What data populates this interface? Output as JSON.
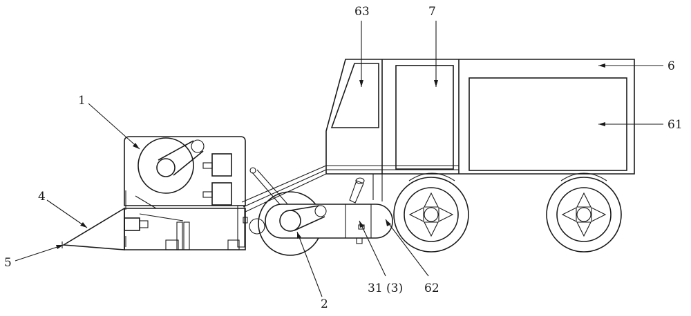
{
  "figure": {
    "type": "patent-line-drawing",
    "subject": "vehicle-mounted machine assembly"
  },
  "labels": [
    {
      "id": "1",
      "text": "1"
    },
    {
      "id": "2",
      "text": "2"
    },
    {
      "id": "31",
      "text": "31 (3)"
    },
    {
      "id": "4",
      "text": "4"
    },
    {
      "id": "5",
      "text": "5"
    },
    {
      "id": "6",
      "text": "6"
    },
    {
      "id": "61",
      "text": "61"
    },
    {
      "id": "62",
      "text": "62"
    },
    {
      "id": "63",
      "text": "63"
    },
    {
      "id": "7",
      "text": "7"
    }
  ],
  "colors": {
    "stroke": "#1a1a1a",
    "background": "#ffffff"
  }
}
